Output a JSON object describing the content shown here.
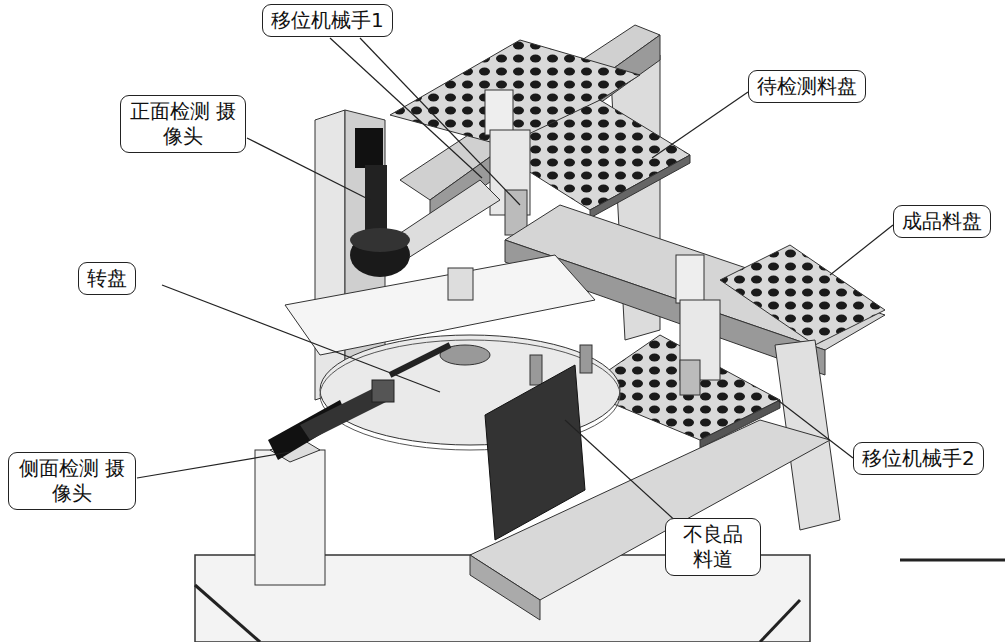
{
  "diagram": {
    "nodes": [
      {
        "text": [
          "移位机械手1"
        ]
      },
      {
        "text": [
          "正面检测 摄像头"
        ]
      },
      {
        "text": [
          "待检测料盘"
        ]
      },
      {
        "text": [
          "成品料盘"
        ]
      },
      {
        "text": [
          "转盘"
        ]
      },
      {
        "text": [
          "侧面检测 摄像头"
        ]
      },
      {
        "text": [
          "移位机械手2"
        ]
      },
      {
        "text": [
          "不良品 料道"
        ]
      }
    ],
    "edges": []
  }
}
